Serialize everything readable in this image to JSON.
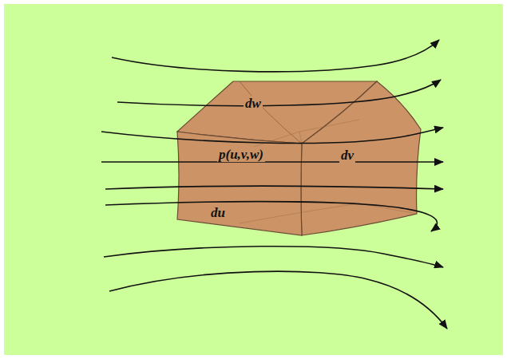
{
  "diagram": {
    "labels": [
      "dw",
      "p(u,v,w)",
      "dv",
      "du"
    ]
  }
}
